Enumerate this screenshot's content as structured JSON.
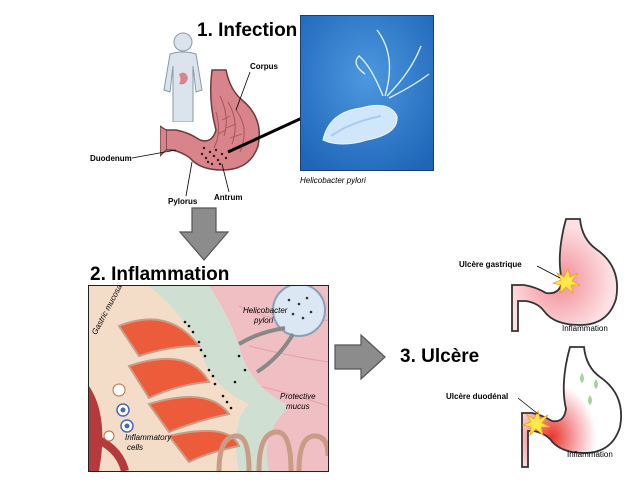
{
  "step1": {
    "title": "1. Infection",
    "labels": {
      "corpus": "Corpus",
      "duodenum": "Duodenum",
      "pylorus": "Pylorus",
      "antrum": "Antrum"
    },
    "micrograph_caption": "Helicobacter pylori"
  },
  "step2": {
    "title": "2. Inflammation",
    "labels": {
      "gastric_mucosa": "Gastric mucosa",
      "helicobacter_line1": "Helicobacter",
      "helicobacter_line2": "pylori",
      "protective_line1": "Protective",
      "protective_line2": "mucus",
      "inflammatory_line1": "Inflammatory",
      "inflammatory_line2": "cells"
    }
  },
  "step3": {
    "title": "3. Ulcère",
    "gastric_ulcer_label": "Ulcère gastrique",
    "gastric_inflammation_label": "Inflammation",
    "duodenal_ulcer_label": "Ulcère duodénal",
    "duodenal_inflammation_label": "Inflammation"
  },
  "colors": {
    "arrow_gray": "#8c8c8c",
    "micrograph_blue": "#2f7fd0",
    "stomach_pink": "#d9838a",
    "inflammation_red": "#e8362a",
    "ulcer_yellow": "#ffe84a"
  }
}
